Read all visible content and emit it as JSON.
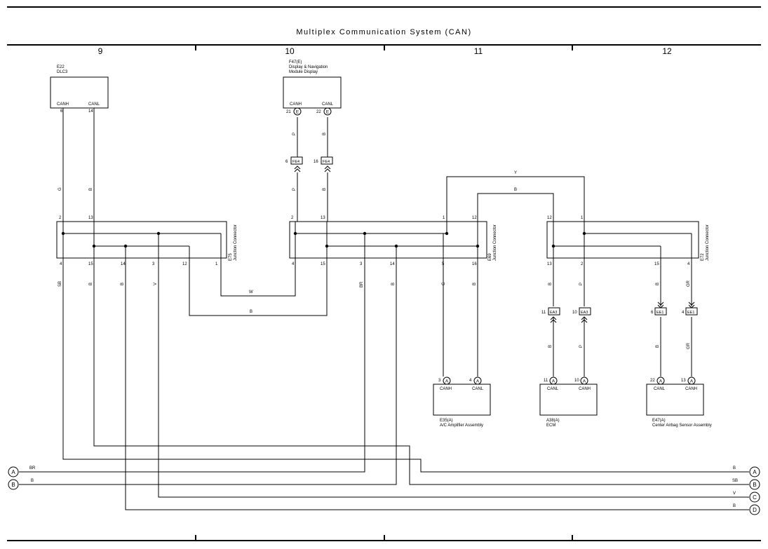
{
  "title": "Multiplex Communication System (CAN)",
  "columns": [
    "9",
    "10",
    "11",
    "12"
  ],
  "components": {
    "e22": {
      "code": "E22",
      "name": "DLC3",
      "pins": [
        {
          "num": "6",
          "label": "CANH"
        },
        {
          "num": "14",
          "label": "CANL"
        }
      ]
    },
    "f47": {
      "code": "F47(E)",
      "name1": "Display & Navigation",
      "name2": "Module Display",
      "pins": [
        {
          "num": "21",
          "conn": "E",
          "label": "CANH"
        },
        {
          "num": "22",
          "conn": "E",
          "label": "CANL"
        }
      ]
    },
    "e35": {
      "code": "E35(A)",
      "name": "A/C Amplifier Assembly",
      "pins": [
        {
          "num": "3",
          "conn": "A",
          "label": "CANH"
        },
        {
          "num": "4",
          "conn": "A",
          "label": "CANL"
        }
      ]
    },
    "a38": {
      "code": "A38(A)",
      "name": "ECM",
      "pins": [
        {
          "num": "11",
          "conn": "A",
          "label": "CANL"
        },
        {
          "num": "10",
          "conn": "A",
          "label": "CANH"
        }
      ]
    },
    "e47": {
      "code": "E47(A)",
      "name": "Center Airbag Sensor Assembly",
      "pins": [
        {
          "num": "22",
          "conn": "A",
          "label": "CANL"
        },
        {
          "num": "13",
          "conn": "A",
          "label": "CANH"
        }
      ]
    }
  },
  "junctions": {
    "e75": {
      "code": "E75",
      "name": "Junction Connector",
      "top_pins": [
        "2",
        "13"
      ],
      "bottom_pins": [
        "4",
        "15",
        "14",
        "3",
        "12",
        "1"
      ]
    },
    "e69": {
      "code": "E69",
      "name": "Junction Connector",
      "top_pins": [
        "2",
        "13",
        "1",
        "12"
      ],
      "bottom_pins": [
        "4",
        "15",
        "3",
        "14",
        "5",
        "16"
      ]
    },
    "e72": {
      "code": "E72",
      "name": "Junction Connector",
      "top_pins": [
        "12",
        "1"
      ],
      "bottom_pins": [
        "13",
        "2",
        "15",
        "4"
      ]
    }
  },
  "inline_connectors": {
    "fe4_a": {
      "pin": "6",
      "code": "FE4"
    },
    "fe4_b": {
      "pin": "16",
      "code": "FE4"
    },
    "ea3_a": {
      "pin": "11",
      "code": "EA3"
    },
    "ea3_b": {
      "pin": "10",
      "code": "EA3"
    },
    "ee1_a": {
      "pin": "6",
      "code": "EE1"
    },
    "ee1_b": {
      "pin": "4",
      "code": "EE1"
    }
  },
  "wire_colors": {
    "dlc_canh": "G",
    "dlc_canl": "B",
    "nav_canh_upper": "P",
    "nav_canl_upper": "B",
    "nav_canh_lower": "P",
    "nav_canl_lower": "B",
    "e75_p4": "SB",
    "e75_p15": "B",
    "e75_p14": "B",
    "e75_p3": "V",
    "e69_p3": "BR",
    "e69_p14": "B",
    "e69_p5": "G",
    "e69_p16": "B",
    "e72_p13": "B",
    "e72_p2": "P",
    "e72_p15": "B",
    "e72_p4": "GR",
    "ecm_canl": "B",
    "ecm_canh": "P",
    "abg_canl": "B",
    "abg_canh": "GR",
    "cross_w": "W",
    "cross_b": "B",
    "top_y": "Y",
    "top_b": "B",
    "left_a": "BR",
    "left_b": "B",
    "right_a": "B",
    "right_b": "SB",
    "right_c": "V",
    "right_d": "B"
  },
  "offpage": [
    "A",
    "B",
    "C",
    "D"
  ]
}
